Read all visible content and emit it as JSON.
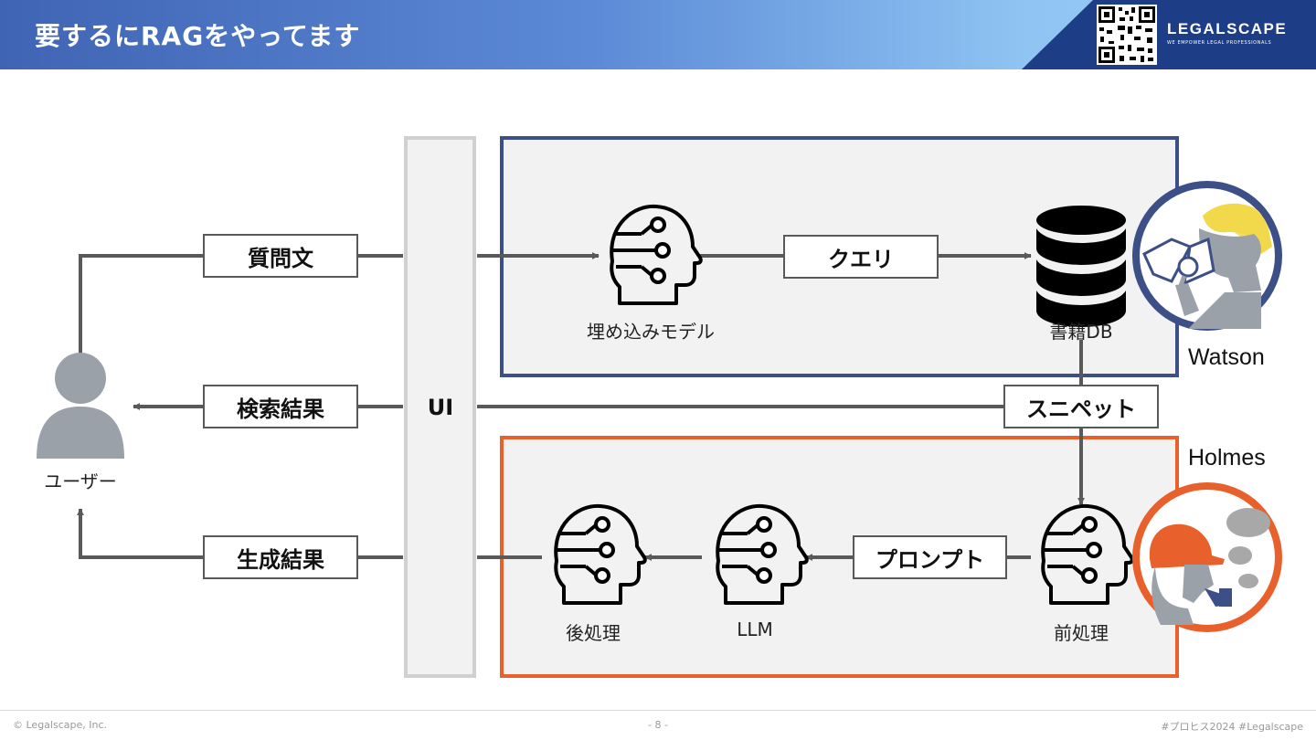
{
  "header": {
    "title": "要するにRAGをやってます"
  },
  "logo": {
    "name": "LEGALSCAPE",
    "tagline": "WE EMPOWER LEGAL PROFESSIONALS"
  },
  "diagram": {
    "boxes": {
      "question": "質問文",
      "search_results": "検索結果",
      "generation_results": "生成結果",
      "query": "クエリ",
      "snippet": "スニペット",
      "prompt": "プロンプト"
    },
    "ui_label": "UI",
    "captions": {
      "user": "ユーザー",
      "embedding_model": "埋め込みモデル",
      "book_db": "書籍DB",
      "preprocess": "前処理",
      "llm": "LLM",
      "postprocess": "後処理"
    },
    "personas": {
      "top": "Watson",
      "bottom": "Holmes"
    },
    "colors": {
      "retrieval_frame": "#3c4f86",
      "generation_frame": "#e8612c",
      "arrow": "#595959"
    }
  },
  "footer": {
    "copyright": "© Legalscape, Inc.",
    "page": "- 8 -",
    "hashtags": "#プロヒス2024  #Legalscape"
  }
}
